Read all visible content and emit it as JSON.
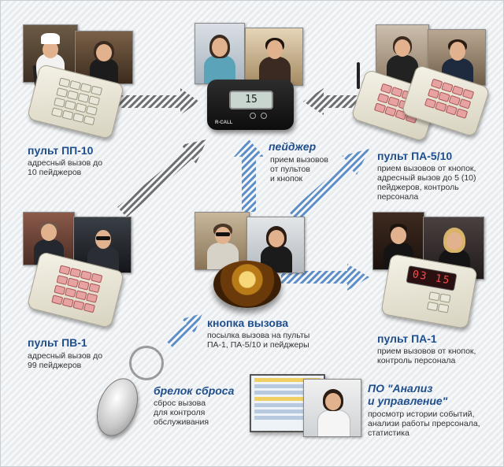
{
  "nodes": {
    "pp10": {
      "title": "пульт ПП-10",
      "desc": [
        "адресный вызов до",
        "10 пейджеров"
      ]
    },
    "pager": {
      "title": "пейджер",
      "desc": [
        "прием вызовов",
        "от пультов",
        "и кнопок"
      ],
      "display": "15",
      "brand": "R-CALL"
    },
    "pa510": {
      "title": "пульт ПА-5/10",
      "desc": [
        "прием вызовов от кнопок,",
        "адресный вызов до 5 (10)",
        "пейджеров, контроль",
        "персонала"
      ]
    },
    "pv1": {
      "title": "пульт ПВ-1",
      "desc": [
        "адресный вызов до",
        "99 пейджеров"
      ]
    },
    "call_button": {
      "title": "кнопка вызова",
      "desc": [
        "посылка вызова на пульты",
        "ПА-1, ПА-5/10 и пейджеры"
      ]
    },
    "pa1": {
      "title": "пульт ПА-1",
      "desc": [
        "прием вызовов от кнопок,",
        "контроль персонала"
      ],
      "display": "03 15"
    },
    "reset_fob": {
      "title": "брелок сброса",
      "desc": [
        "сброс вызова",
        "для контроля",
        "обслуживания"
      ]
    },
    "software": {
      "title_line1": "ПО \"Анализ",
      "title_line2": "и управление\"",
      "desc": [
        "просмотр истории событий,",
        "анализи работы прерсонала,",
        "статистика"
      ]
    }
  },
  "colors": {
    "label": "#1f4e8c",
    "arrow_grey": "#6d6f72",
    "arrow_blue": "#5d8ec8",
    "display_red": "#ff4d4d"
  },
  "icons": [
    "pager-icon",
    "keypad-icon",
    "call-button-icon",
    "key-fob-icon",
    "monitor-icon"
  ]
}
